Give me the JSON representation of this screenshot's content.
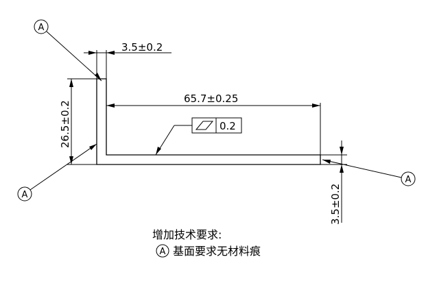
{
  "datum": {
    "letter": "A"
  },
  "dimensions": {
    "wall_thickness": "3.5±0.2",
    "height": "26.5±0.2",
    "length": "65.7±0.25",
    "base_thickness": "3.5±0.2"
  },
  "flatness": {
    "symbol_icon": "flatness-parallelogram-icon",
    "tolerance": "0.2"
  },
  "notes": {
    "title": "增加技术要求:",
    "item_1": "基面要求无材料痕"
  }
}
